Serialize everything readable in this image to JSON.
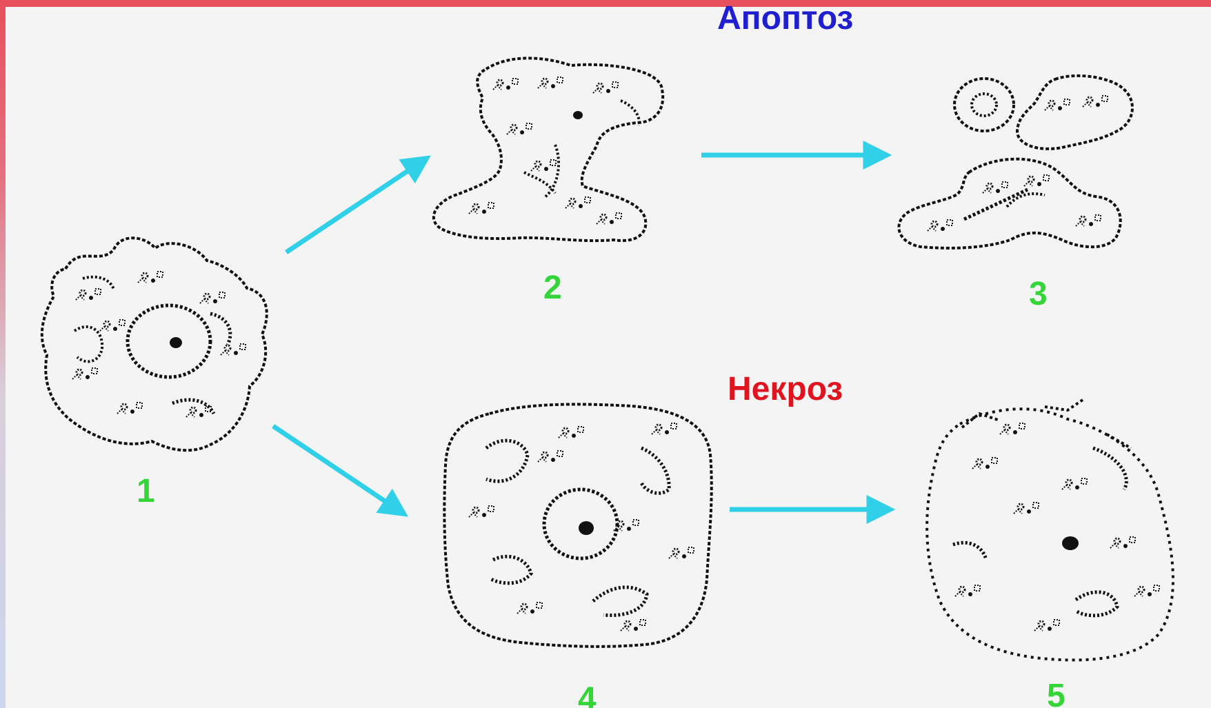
{
  "titles": {
    "apoptosis": "Апоптоз",
    "necrosis": "Некроз"
  },
  "stage_labels": [
    "1",
    "2",
    "3",
    "4",
    "5"
  ],
  "colors": {
    "apoptosis_title": "#1f1fd0",
    "necrosis_title": "#e0141e",
    "stage_number": "#35d53a",
    "arrow": "#2fd0e8",
    "outline": "#111111",
    "frame_accent": "#e84f5c"
  }
}
